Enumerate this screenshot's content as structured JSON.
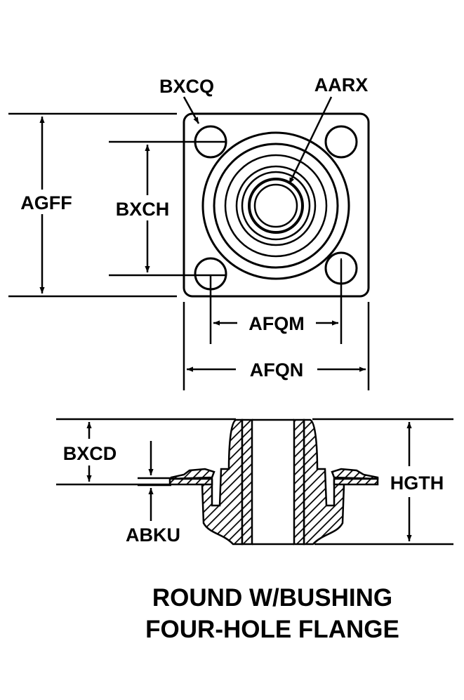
{
  "top_view": {
    "labels": {
      "bxcq": "BXCQ",
      "aarx": "AARX",
      "agff": "AGFF",
      "bxch": "BXCH",
      "afqm": "AFQM",
      "afqn": "AFQN"
    }
  },
  "side_view": {
    "labels": {
      "bxcd": "BXCD",
      "abku": "ABKU",
      "hgth": "HGTH"
    }
  },
  "caption": {
    "line1": "ROUND W/BUSHING",
    "line2": "FOUR-HOLE FLANGE"
  },
  "colors": {
    "ink": "#000000",
    "paper": "#ffffff"
  }
}
